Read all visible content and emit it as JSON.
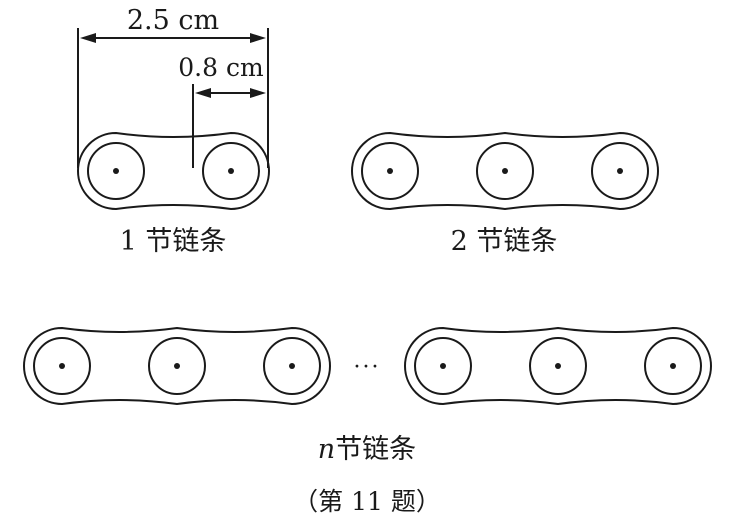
{
  "dimension_top": "2.5 cm",
  "dimension_inner": "0.8 cm",
  "label_one": "1 节链条",
  "label_two": "2 节链条",
  "label_n_var": "n",
  "label_n_rest": "节链条",
  "ellipsis": "···",
  "caption": "（第 11 题）"
}
